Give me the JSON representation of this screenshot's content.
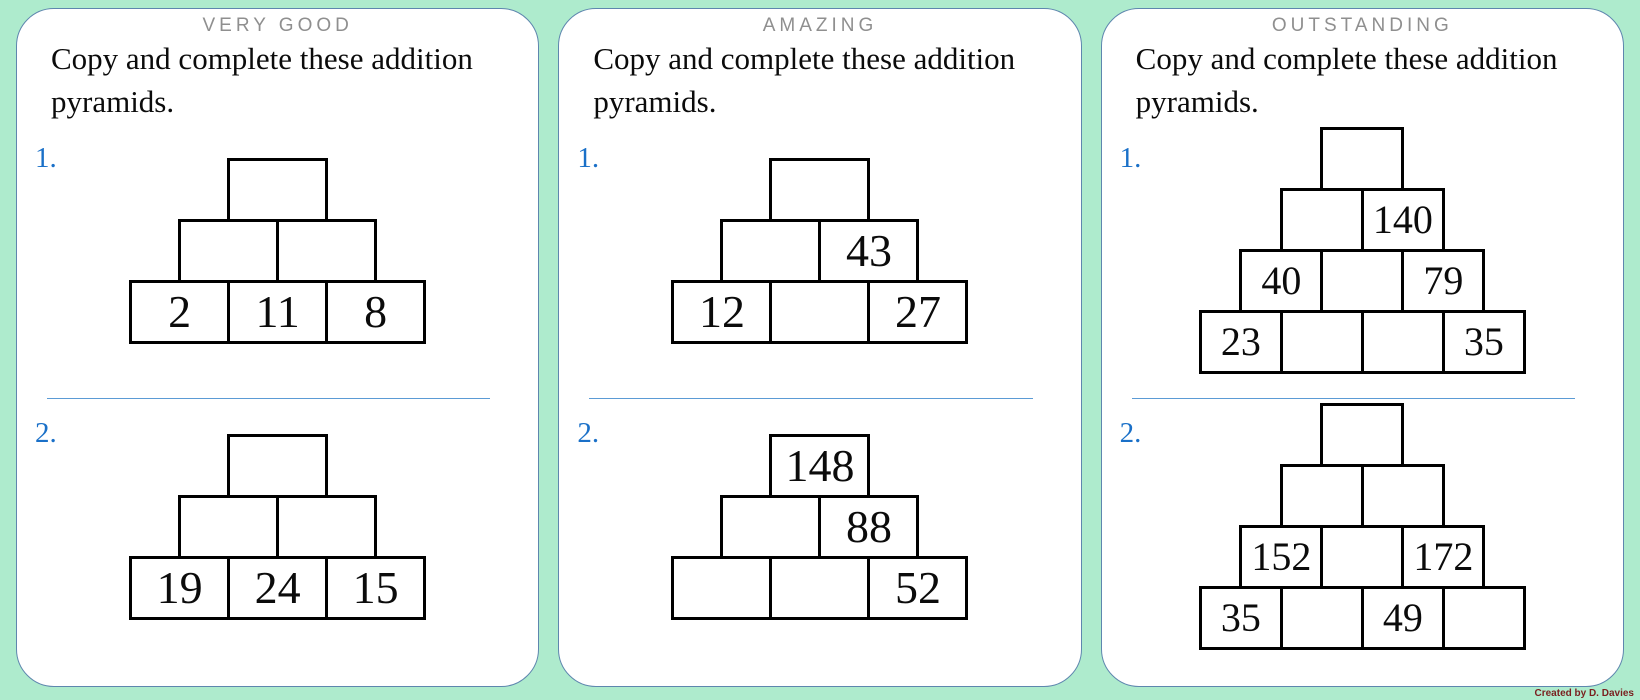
{
  "page": {
    "credit": "Created by D. Davies"
  },
  "colors": {
    "background": "#aeebcd",
    "card_border": "#5e86ae",
    "divider": "#5b9bd5",
    "accent_blue": "#1a70c8",
    "title_gray": "#8f8f8f",
    "cell_border": "#000000",
    "credit_text": "#7a1f1f"
  },
  "cards": [
    {
      "title": "VERY GOOD",
      "instruction": "Copy and complete these addition pyramids.",
      "problems": [
        {
          "label": "1.",
          "rows": [
            [
              ""
            ],
            [
              "",
              ""
            ],
            [
              "2",
              "11",
              "8"
            ]
          ]
        },
        {
          "label": "2.",
          "rows": [
            [
              ""
            ],
            [
              "",
              ""
            ],
            [
              "19",
              "24",
              "15"
            ]
          ]
        }
      ]
    },
    {
      "title": "AMAZING",
      "instruction": "Copy and complete these addition pyramids.",
      "problems": [
        {
          "label": "1.",
          "rows": [
            [
              ""
            ],
            [
              "",
              "43"
            ],
            [
              "12",
              "",
              "27"
            ]
          ]
        },
        {
          "label": "2.",
          "rows": [
            [
              "148"
            ],
            [
              "",
              "88"
            ],
            [
              "",
              "",
              "52"
            ]
          ]
        }
      ]
    },
    {
      "title": "OUTSTANDING",
      "instruction": "Copy and complete these addition pyramids.",
      "problems": [
        {
          "label": "1.",
          "rows": [
            [
              ""
            ],
            [
              "",
              "140"
            ],
            [
              "40",
              "",
              "79"
            ],
            [
              "23",
              "",
              "",
              "35"
            ]
          ]
        },
        {
          "label": "2.",
          "rows": [
            [
              ""
            ],
            [
              "",
              ""
            ],
            [
              "152",
              "",
              "172"
            ],
            [
              "35",
              "",
              "49",
              ""
            ]
          ]
        }
      ]
    }
  ]
}
